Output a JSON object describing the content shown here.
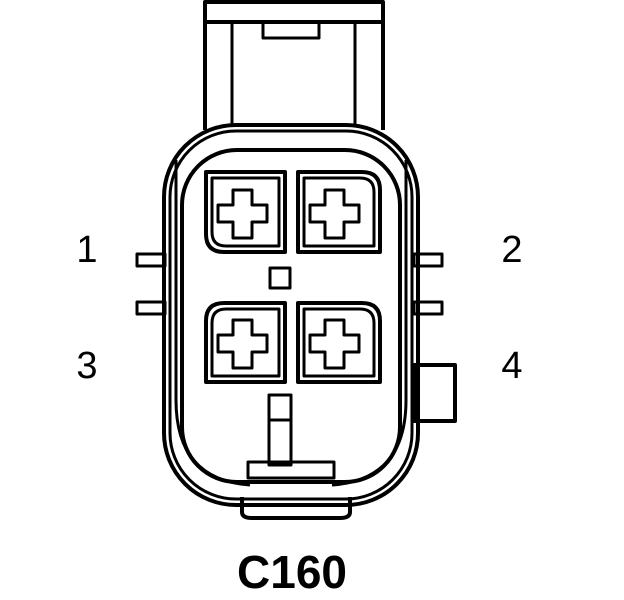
{
  "diagram": {
    "connector_label": "C160",
    "pins": [
      {
        "label": "1"
      },
      {
        "label": "2"
      },
      {
        "label": "3"
      },
      {
        "label": "4"
      }
    ],
    "colors": {
      "line": "#000000",
      "background": "#ffffff"
    }
  }
}
